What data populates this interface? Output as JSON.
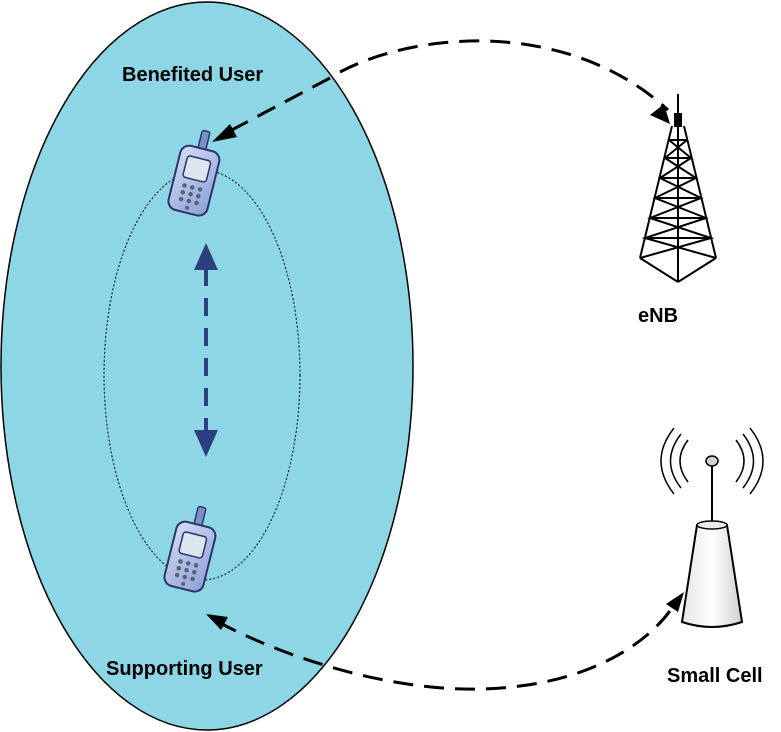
{
  "labels": {
    "benefited_user": "Benefited User",
    "supporting_user": "Supporting User",
    "enb": "eNB",
    "small_cell": "Small Cell"
  },
  "colors": {
    "coverage_fill": "#8DD6E6",
    "d2d_arrow": "#2D3F80",
    "link_arrow": "#000000",
    "phone_body": "#AFC0EA",
    "background": "#FFFFFF"
  },
  "icons": {
    "benefited_phone": "mobile-phone-icon",
    "supporting_phone": "mobile-phone-icon",
    "enb": "cell-tower-icon",
    "small_cell": "small-cell-antenna-icon"
  }
}
